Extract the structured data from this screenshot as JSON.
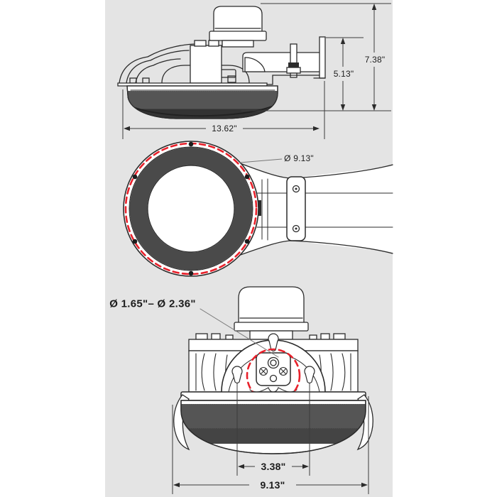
{
  "palette": {
    "panel_gray": "#e4e4e4",
    "line_dark": "#2b2b2b",
    "accent_red": "#e8212b"
  },
  "diagram": {
    "side_view": {
      "width": "13.62\"",
      "overall_height": "7.38\"",
      "bracket_height": "5.13\""
    },
    "front_view": {
      "lens_diameter": "Ø 9.13\""
    },
    "back_view": {
      "knockout_diameter_range": "Ø 1.65\"– Ø 2.36\"",
      "slot_spacing": "3.38\"",
      "overall_width": "9.13\""
    }
  }
}
